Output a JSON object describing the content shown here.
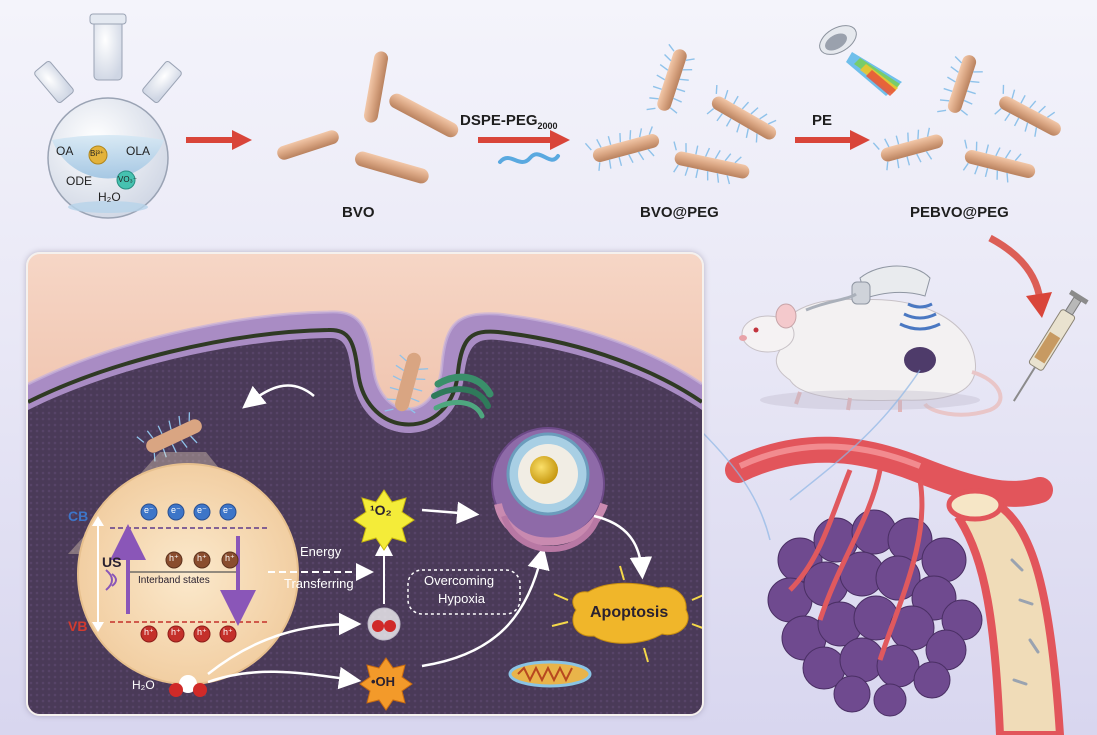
{
  "synthesis": {
    "flask_reagents": {
      "oa": "OA",
      "bi": "Bi³⁺",
      "ola": "OLA",
      "ode": "ODE",
      "vo": "VO₃⁻",
      "water": "H₂O"
    },
    "stage1_label": "BVO",
    "stage2_label": "BVO@PEG",
    "stage3_label": "PEBVO@PEG",
    "step1_reagent": "DSPE-PEG",
    "step1_reagent_sub": "2000",
    "step2_label": "PE"
  },
  "cell_panel": {
    "cb": "CB",
    "vb": "VB",
    "us": "US",
    "electron": "e⁻",
    "hole": "h⁺",
    "interband": "Interband states",
    "energy_line1": "Energy",
    "energy_line2": "Transferring",
    "hypoxia_line1": "Overcoming",
    "hypoxia_line2": "Hypoxia",
    "singlet_oxygen": "¹O₂",
    "oxygen": "O₂",
    "hydroxyl": "•OH",
    "water": "H₂O",
    "apoptosis": "Apoptosis"
  },
  "colors": {
    "arrow_red": "#d9453a",
    "membrane_purple": "#7e5d99",
    "cytoplasm": "#4a3a58",
    "nanorod": "#d9a582",
    "peg_blue": "#7fb7e3",
    "band_purple": "#8a56b8",
    "vb_red": "#d23b2f",
    "cb_blue": "#3d75c8",
    "apoptosis_yellow": "#f0b62a"
  }
}
